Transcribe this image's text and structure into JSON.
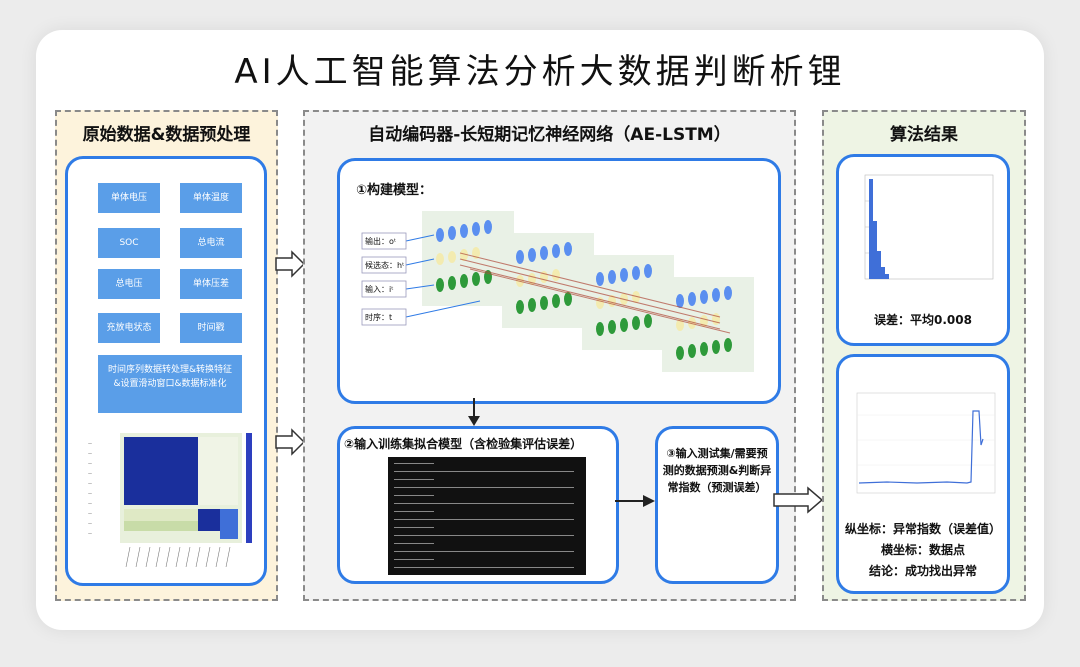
{
  "title": "AI人工智能算法分析大数据判断析锂",
  "panel_left": {
    "title": "原始数据&数据预处理",
    "buttons": [
      "单体电压",
      "单体温度",
      "SOC",
      "总电流",
      "总电压",
      "单体压差",
      "充放电状态",
      "时间戳"
    ],
    "wide_button": [
      "时间序列数据转处理&转换特征",
      "&设置滑动窗口&数据标准化"
    ]
  },
  "panel_middle": {
    "title": "自动编码器-长短期记忆神经网络（AE-LSTM）",
    "model": {
      "label": "①构建模型：",
      "inputs": [
        "输出：oᵗ",
        "候选态：hᵗ",
        "输入：iᵗ",
        "时序：t"
      ]
    },
    "train": {
      "label": "②输入训练集拟合模型（含检验集评估误差）"
    },
    "test": {
      "label": "③输入测试集/需要预测的数据预测&判断异常指数（预测误差）"
    }
  },
  "panel_right": {
    "title": "算法结果",
    "result1": "误差：平均0.008",
    "result2": [
      "纵坐标：异常指数（误差值）",
      "横坐标：数据点",
      "结论：成功找出异常"
    ]
  },
  "colors": {
    "accent": "#2f7be6",
    "button": "#5a9ee8",
    "left_bg": "#fdf3dc",
    "right_bg": "#eef4e4"
  }
}
